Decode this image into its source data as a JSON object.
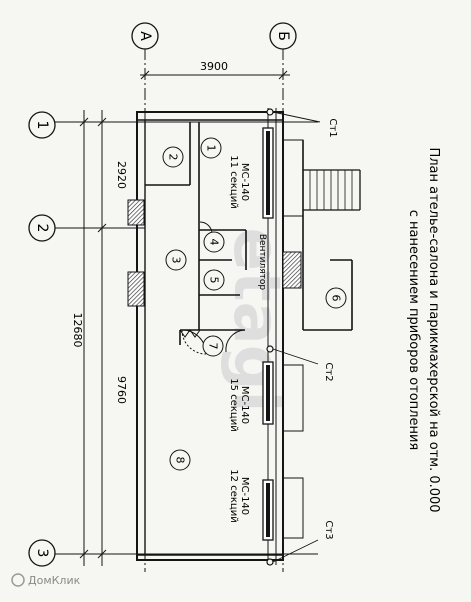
{
  "drawing": {
    "title_lines": [
      "План ателье-салона и парикмахерской на отм. 0.000",
      "с нанесением приборов отопления"
    ],
    "axes": {
      "A": "А",
      "B": "Б",
      "one": "1",
      "two": "2",
      "three": "3"
    },
    "dimensions": {
      "width_ab": "3900",
      "seg_12": "2920",
      "seg_23": "9760",
      "total_13": "12680"
    },
    "rooms": [
      "1",
      "2",
      "3",
      "4",
      "5",
      "6",
      "7",
      "8"
    ],
    "radiators": [
      {
        "model": "МС-140",
        "sections": "11 секций"
      },
      {
        "model": "МС-140",
        "sections": "15 секций"
      },
      {
        "model": "МС-140",
        "sections": "12 секций"
      }
    ],
    "risers": [
      "Ст1",
      "Ст2",
      "Ст3"
    ],
    "vent_label": "Вентилятор",
    "watermarks": [
      "etagi",
      "ДомКлик"
    ]
  },
  "colors": {
    "ink": "#141414",
    "paper": "#f6f6f3",
    "hatch": "#3a3a3a",
    "watermark": "#d8d8d8"
  }
}
